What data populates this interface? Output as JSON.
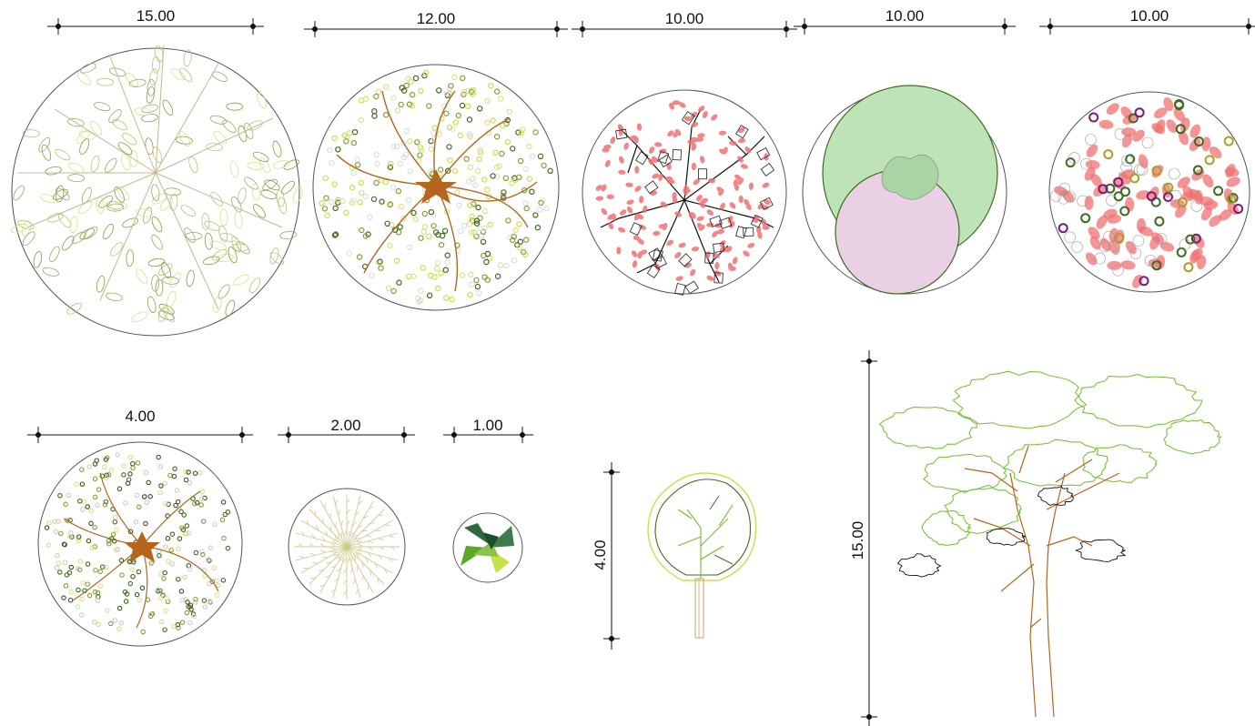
{
  "colors": {
    "background": "#ffffff",
    "outline": "#555555",
    "dimension_line": "#111111",
    "yellow_green": "#d9e08a",
    "olive": "#8a9a3c",
    "dark_green": "#3f6b1e",
    "trunk_brown": "#b5651d",
    "coral_pink": "#f07070",
    "light_green_fill": "#bde3b7",
    "pink_fill": "#ead0e4",
    "purple": "#7a1a7a",
    "bright_green": "#6fbf2a"
  },
  "dimensions": {
    "plan_a": "15.00",
    "plan_b": "12.00",
    "plan_c": "10.00",
    "plan_d": "10.00",
    "plan_e": "10.00",
    "plan_f": "4.00",
    "plan_g": "2.00",
    "plan_h": "1.00",
    "elevation_small": "4.00",
    "elevation_large": "15.00"
  },
  "icons": {
    "plan_a": "leafy-canopy-plan-icon",
    "plan_b": "spiral-branch-plan-icon",
    "plan_c": "flowering-tree-plan-icon",
    "plan_d": "overlapping-circles-plan-icon",
    "plan_e": "mixed-foliage-plan-icon",
    "plan_f": "spiral-branch-plan-icon",
    "plan_g": "radial-palm-plan-icon",
    "plan_h": "palm-cluster-plan-icon",
    "elevation_small": "round-tree-elevation-icon",
    "elevation_large": "canopy-tree-elevation-icon"
  }
}
